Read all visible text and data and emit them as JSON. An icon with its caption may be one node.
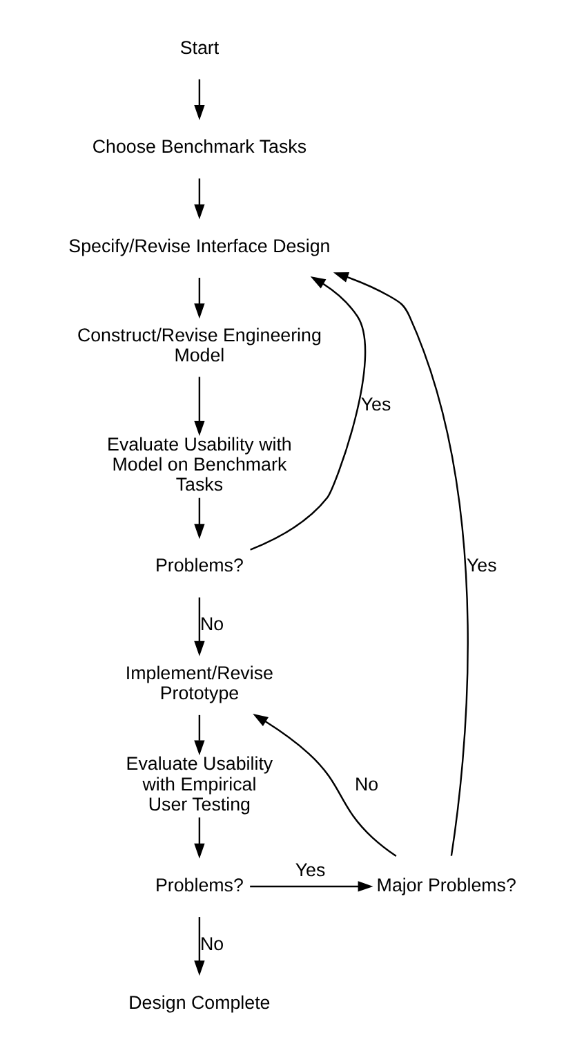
{
  "diagram": {
    "nodes": [
      {
        "text": [
          "Start"
        ]
      },
      {
        "text": [
          "Choose Benchmark Tasks"
        ]
      },
      {
        "text": [
          "Specify/Revise Interface Design"
        ]
      },
      {
        "text": [
          "Construct/Revise Engineering Model"
        ]
      },
      {
        "text": [
          "Evaluate Usability with Model on Benchmark Tasks"
        ]
      },
      {
        "text": [
          "Problems?"
        ]
      },
      {
        "text": [
          "Implement/Revise Prototype"
        ]
      },
      {
        "text": [
          "Evaluate Usability with Empirical User Testing"
        ]
      },
      {
        "text": [
          "Problems?"
        ]
      },
      {
        "text": [
          "Major Problems?"
        ]
      },
      {
        "text": [
          "Design Complete"
        ]
      }
    ],
    "edges": [
      {
        "from": 0,
        "to": 1,
        "arrow": "to"
      },
      {
        "from": 1,
        "to": 2,
        "arrow": "to"
      },
      {
        "from": 2,
        "to": 3,
        "arrow": "to"
      },
      {
        "from": 3,
        "to": 4,
        "arrow": "to"
      },
      {
        "from": 4,
        "to": 5,
        "arrow": "to"
      },
      {
        "from": 5,
        "to": 2,
        "label": "Yes",
        "arrow": "to"
      },
      {
        "from": 5,
        "to": 6,
        "label": "No",
        "arrow": "to"
      },
      {
        "from": 6,
        "to": 7,
        "arrow": "to"
      },
      {
        "from": 7,
        "to": 8,
        "arrow": "to"
      },
      {
        "from": 8,
        "to": 9,
        "label": "Yes",
        "arrow": "to"
      },
      {
        "from": 8,
        "to": 10,
        "label": "No",
        "arrow": "to"
      },
      {
        "from": 9,
        "to": 6,
        "label": "No",
        "arrow": "to"
      },
      {
        "from": 9,
        "to": 2,
        "label": "Yes",
        "arrow": "to"
      }
    ]
  }
}
